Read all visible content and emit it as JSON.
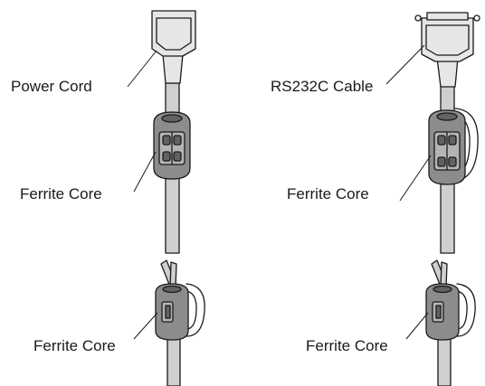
{
  "labels": {
    "power_cord": "Power Cord",
    "rs232c_cable": "RS232C Cable",
    "ferrite_core_1": "Ferrite Core",
    "ferrite_core_2": "Ferrite Core",
    "ferrite_core_3": "Ferrite Core",
    "ferrite_core_4": "Ferrite Core"
  },
  "colors": {
    "line": "#1a1a1a",
    "cable_fill": "#d0d0d0",
    "plug_fill": "#e8e8e8",
    "core_fill": "#8a8a8a",
    "core_dark": "#5a5a5a"
  }
}
